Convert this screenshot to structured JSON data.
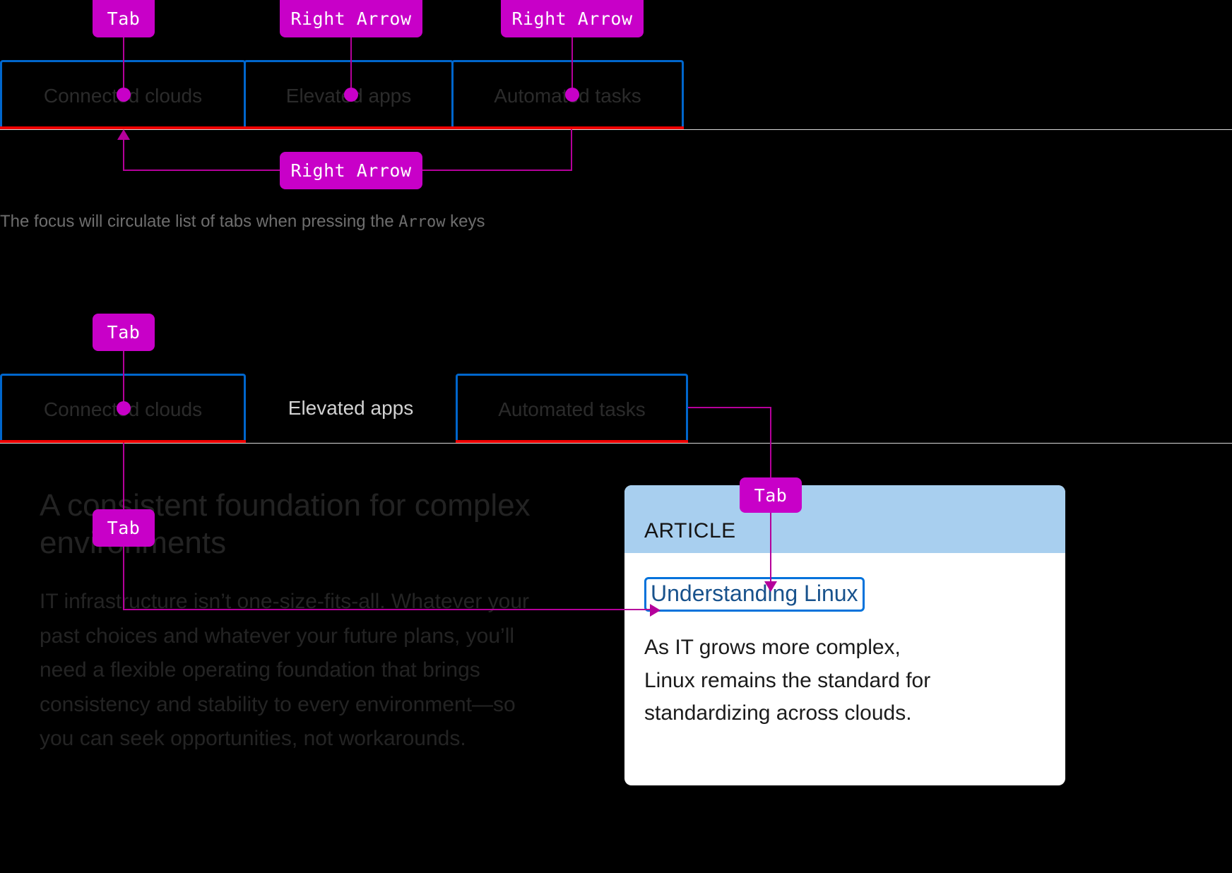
{
  "colors": {
    "background": "#000000",
    "key_badge": "#C800C8",
    "connector": "#B5009B",
    "focus_ring": "#0066CC",
    "active_underline": "#EE0000",
    "card_header": "#A8CFEF",
    "card_link": "#18528C",
    "card_link_outline": "#0072DB",
    "rule": "#D9D9D9"
  },
  "section_one": {
    "tabs": [
      {
        "label": "Connected clouds",
        "focused": true,
        "active": true
      },
      {
        "label": "Elevated apps",
        "focused": true,
        "active": true
      },
      {
        "label": "Automated tasks",
        "focused": true,
        "active": true
      }
    ],
    "keys": [
      {
        "label": "Tab",
        "target": "Connected clouds"
      },
      {
        "label": "Right Arrow",
        "target": "Elevated apps"
      },
      {
        "label": "Right Arrow",
        "target": "Automated tasks"
      },
      {
        "label": "Right Arrow",
        "target": "Connected clouds (wrap around)"
      }
    ],
    "caption_before": "The focus will circulate list of tabs when pressing the ",
    "caption_mono": "Arrow",
    "caption_after": " keys"
  },
  "section_two": {
    "tabs": [
      {
        "label": "Connected clouds",
        "focused": true,
        "active": true
      },
      {
        "label": "Elevated apps",
        "focused": false,
        "active": false
      },
      {
        "label": "Automated tasks",
        "focused": true,
        "active": true
      }
    ],
    "keys": [
      {
        "label": "Tab",
        "target": "Connected clouds tab"
      },
      {
        "label": "Tab",
        "target": "body link"
      },
      {
        "label": "Tab",
        "target": "article card link"
      }
    ],
    "heading": "A consistent foundation for complex environments",
    "body": "IT infrastructure isn’t one-size-fits-all. Whatever your past choices and whatever your future plans, you’ll need a flexible operating foundation that brings consistency and stability to every environment—so you can seek opportunities, not workarounds.",
    "card": {
      "kicker": "ARTICLE",
      "link": "Understanding Linux",
      "text": "As IT grows more complex, Linux remains the standard for standardizing across clouds."
    }
  }
}
